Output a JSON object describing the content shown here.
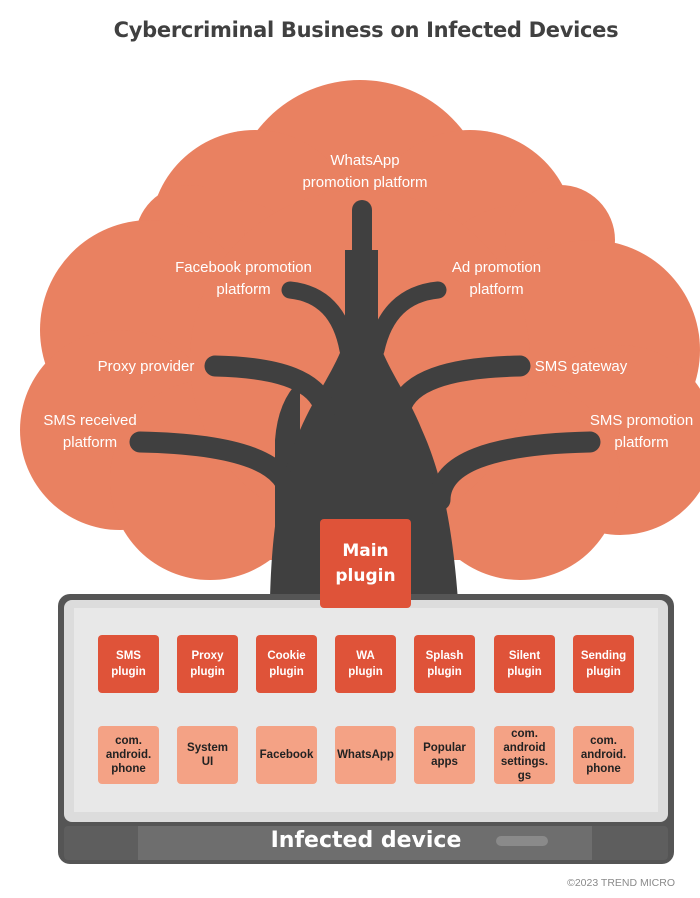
{
  "title": "Cybercriminal Business on Infected Devices",
  "branches": [
    {
      "id": "whatsapp",
      "line1": "WhatsApp",
      "line2": "promotion platform"
    },
    {
      "id": "facebook",
      "line1": "Facebook promotion",
      "line2": "platform"
    },
    {
      "id": "ad",
      "line1": "Ad promotion",
      "line2": "platform"
    },
    {
      "id": "proxy",
      "line1": "Proxy provider",
      "line2": ""
    },
    {
      "id": "gateway",
      "line1": "SMS gateway",
      "line2": ""
    },
    {
      "id": "smsreceived",
      "line1": "SMS received",
      "line2": "platform"
    },
    {
      "id": "smspromotion",
      "line1": "SMS promotion",
      "line2": "platform"
    }
  ],
  "main_plugin": {
    "line1": "Main",
    "line2": "plugin"
  },
  "plugins": [
    {
      "line1": "SMS",
      "line2": "plugin"
    },
    {
      "line1": "Proxy",
      "line2": "plugin"
    },
    {
      "line1": "Cookie",
      "line2": "plugin"
    },
    {
      "line1": "WA",
      "line2": "plugin"
    },
    {
      "line1": "Splash",
      "line2": "plugin"
    },
    {
      "line1": "Silent",
      "line2": "plugin"
    },
    {
      "line1": "Sending",
      "line2": "plugin"
    }
  ],
  "apps": [
    {
      "lines": [
        "com.",
        "android.",
        "phone"
      ]
    },
    {
      "lines": [
        "System",
        "UI"
      ]
    },
    {
      "lines": [
        "Facebook"
      ]
    },
    {
      "lines": [
        "WhatsApp"
      ]
    },
    {
      "lines": [
        "Popular",
        "apps"
      ]
    },
    {
      "lines": [
        "com.",
        "android",
        "settings.",
        "gs"
      ]
    },
    {
      "lines": [
        "com.",
        "android.",
        "phone"
      ]
    }
  ],
  "device_label": "Infected device",
  "copyright": "©2023 TREND MICRO",
  "colors": {
    "cloud": "#e98161",
    "trunk": "#404040",
    "plugin": "#df5339",
    "app": "#f4a285",
    "device_frame": "#555555",
    "device_screen": "#e8e8e8"
  }
}
